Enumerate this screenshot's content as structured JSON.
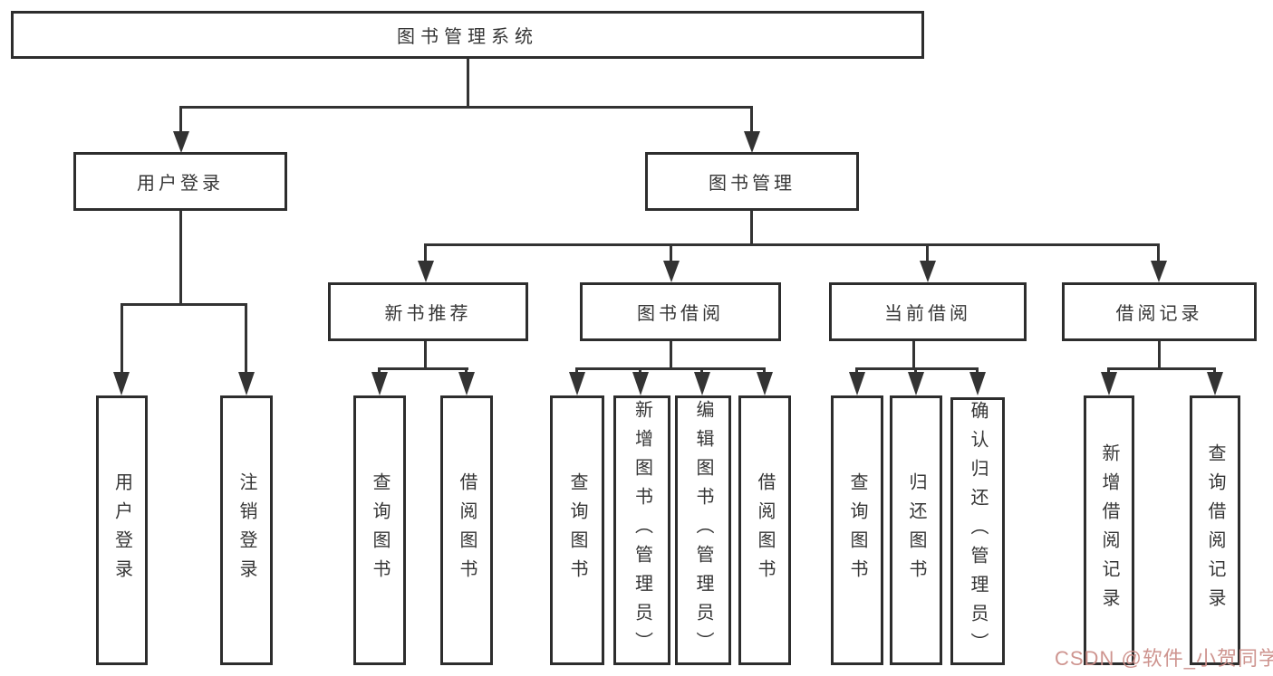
{
  "tree": {
    "label": "图书管理系统",
    "children": [
      {
        "label": "用户登录",
        "children": [
          {
            "label": "用户登录"
          },
          {
            "label": "注销登录"
          }
        ]
      },
      {
        "label": "图书管理",
        "children": [
          {
            "label": "新书推荐",
            "children": [
              {
                "label": "查询图书"
              },
              {
                "label": "借阅图书"
              }
            ]
          },
          {
            "label": "图书借阅",
            "children": [
              {
                "label": "查询图书"
              },
              {
                "label": "新增图书（管理员）"
              },
              {
                "label": "编辑图书（管理员）"
              },
              {
                "label": "借阅图书"
              }
            ]
          },
          {
            "label": "当前借阅",
            "children": [
              {
                "label": "查询图书"
              },
              {
                "label": "归还图书"
              },
              {
                "label": "确认归还（管理员）"
              }
            ]
          },
          {
            "label": "借阅记录",
            "children": [
              {
                "label": "新增借阅记录"
              },
              {
                "label": "查询借阅记录"
              }
            ]
          }
        ]
      }
    ]
  },
  "watermark": {
    "text": "CSDN @软件_小贺同学"
  },
  "colors": {
    "background": "#ffffff",
    "box_border": "#2d2d2d",
    "line": "#333333",
    "text": "#363636",
    "watermark": "#cc8f8a"
  }
}
